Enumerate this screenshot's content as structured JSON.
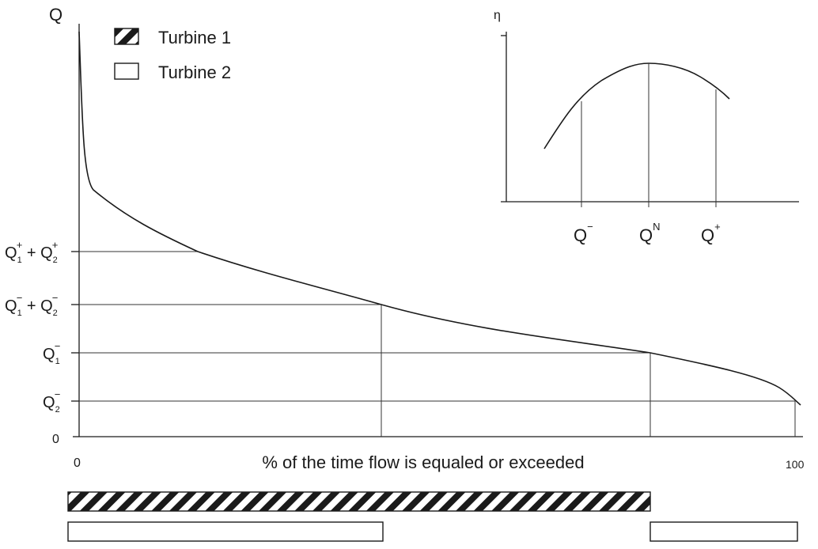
{
  "legend": {
    "turbine1": "Turbine 1",
    "turbine2": "Turbine 2"
  },
  "main_axis": {
    "y_label": "Q",
    "x_label": "% of the time flow is equaled or exceeded",
    "x_min_label": "0",
    "x_max_label": "100",
    "y_zero_label": "0"
  },
  "flow_levels": [
    {
      "id": "q1p_q2p",
      "base1": "Q",
      "sup1": "+",
      "sub1": "1",
      "plus": " + ",
      "base2": "Q",
      "sup2": "+",
      "sub2": "2"
    },
    {
      "id": "q1m_q2m",
      "base1": "Q",
      "sup1": "−",
      "sub1": "1",
      "plus": " + ",
      "base2": "Q",
      "sup2": "−",
      "sub2": "2"
    },
    {
      "id": "q1m",
      "base1": "Q",
      "sup1": "−",
      "sub1": "1"
    },
    {
      "id": "q2m",
      "base1": "Q",
      "sup1": "−",
      "sub1": "2"
    }
  ],
  "inset": {
    "y_label": "η",
    "x_ticks": [
      {
        "base": "Q",
        "sup": "−"
      },
      {
        "base": "Q",
        "sup": "N"
      },
      {
        "base": "Q",
        "sup": "+"
      }
    ]
  },
  "colors": {
    "ink": "#1a1a1a",
    "background": "#ffffff"
  }
}
